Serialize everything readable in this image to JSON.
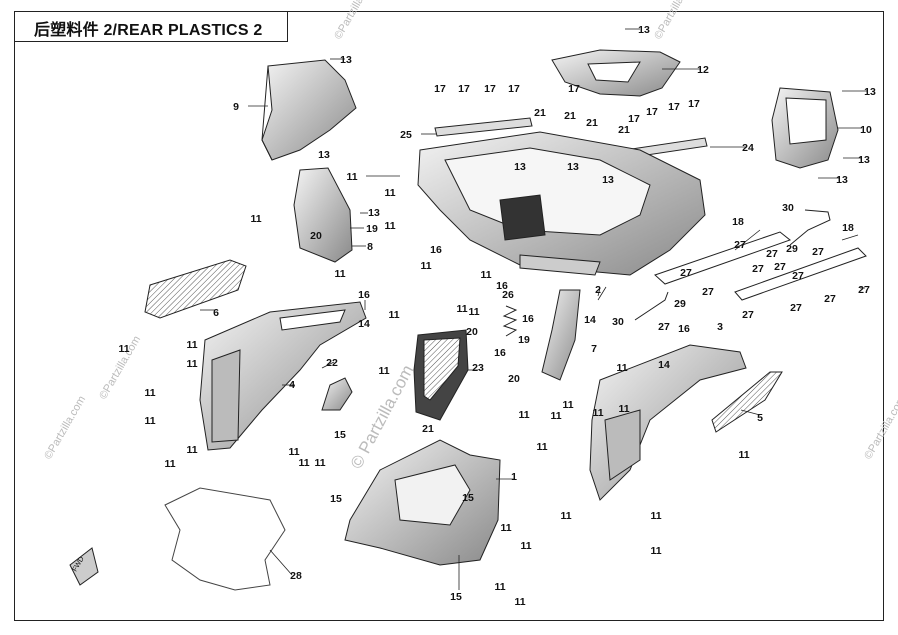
{
  "title": "后塑料件 2/REAR PLASTICS 2",
  "watermark": {
    "main": "© Partzilla.com",
    "faint": "©Partzilla.com"
  },
  "callouts": [
    {
      "id": "c13a",
      "n": "13"
    },
    {
      "id": "c13b",
      "n": "13"
    },
    {
      "id": "c13c",
      "n": "13"
    },
    {
      "id": "c13d",
      "n": "13"
    },
    {
      "id": "c13e",
      "n": "13"
    },
    {
      "id": "c13f",
      "n": "13"
    },
    {
      "id": "c13g",
      "n": "13"
    },
    {
      "id": "c13h",
      "n": "13"
    },
    {
      "id": "c13i",
      "n": "13"
    },
    {
      "id": "c13j",
      "n": "13"
    },
    {
      "id": "c12",
      "n": "12"
    },
    {
      "id": "c9",
      "n": "9"
    },
    {
      "id": "c10",
      "n": "10"
    },
    {
      "id": "c25",
      "n": "25"
    },
    {
      "id": "c24",
      "n": "24"
    },
    {
      "id": "c17a",
      "n": "17"
    },
    {
      "id": "c17b",
      "n": "17"
    },
    {
      "id": "c17c",
      "n": "17"
    },
    {
      "id": "c17d",
      "n": "17"
    },
    {
      "id": "c17e",
      "n": "17"
    },
    {
      "id": "c17f",
      "n": "17"
    },
    {
      "id": "c17g",
      "n": "17"
    },
    {
      "id": "c17h",
      "n": "17"
    },
    {
      "id": "c17i",
      "n": "17"
    },
    {
      "id": "c21a",
      "n": "21"
    },
    {
      "id": "c21b",
      "n": "21"
    },
    {
      "id": "c21c",
      "n": "21"
    },
    {
      "id": "c21d",
      "n": "21"
    },
    {
      "id": "c21e",
      "n": "21"
    },
    {
      "id": "c11a",
      "n": "11"
    },
    {
      "id": "c11b",
      "n": "11"
    },
    {
      "id": "c11c",
      "n": "11"
    },
    {
      "id": "c11d",
      "n": "11"
    },
    {
      "id": "c11e",
      "n": "11"
    },
    {
      "id": "c11f",
      "n": "11"
    },
    {
      "id": "c11g",
      "n": "11"
    },
    {
      "id": "c11h",
      "n": "11"
    },
    {
      "id": "c11i",
      "n": "11"
    },
    {
      "id": "c11j",
      "n": "11"
    },
    {
      "id": "c11k",
      "n": "11"
    },
    {
      "id": "c11l",
      "n": "11"
    },
    {
      "id": "c11m",
      "n": "11"
    },
    {
      "id": "c11n",
      "n": "11"
    },
    {
      "id": "c11o",
      "n": "11"
    },
    {
      "id": "c11p",
      "n": "11"
    },
    {
      "id": "c11q",
      "n": "11"
    },
    {
      "id": "c11r",
      "n": "11"
    },
    {
      "id": "c11s",
      "n": "11"
    },
    {
      "id": "c11t",
      "n": "11"
    },
    {
      "id": "c11u",
      "n": "11"
    },
    {
      "id": "c11v",
      "n": "11"
    },
    {
      "id": "c11w",
      "n": "11"
    },
    {
      "id": "c11x",
      "n": "11"
    },
    {
      "id": "c11y",
      "n": "11"
    },
    {
      "id": "c11z",
      "n": "11"
    },
    {
      "id": "c11aa",
      "n": "11"
    },
    {
      "id": "c11ab",
      "n": "11"
    },
    {
      "id": "c11ac",
      "n": "11"
    },
    {
      "id": "c11ad",
      "n": "11"
    },
    {
      "id": "c11ae",
      "n": "11"
    },
    {
      "id": "c11af",
      "n": "11"
    },
    {
      "id": "c11ag",
      "n": "11"
    },
    {
      "id": "c11ah",
      "n": "11"
    },
    {
      "id": "c11ai",
      "n": "11"
    },
    {
      "id": "c11aj",
      "n": "11"
    },
    {
      "id": "c19a",
      "n": "19"
    },
    {
      "id": "c19b",
      "n": "19"
    },
    {
      "id": "c20a",
      "n": "20"
    },
    {
      "id": "c20b",
      "n": "20"
    },
    {
      "id": "c20c",
      "n": "20"
    },
    {
      "id": "c8",
      "n": "8"
    },
    {
      "id": "c16a",
      "n": "16"
    },
    {
      "id": "c16b",
      "n": "16"
    },
    {
      "id": "c16c",
      "n": "16"
    },
    {
      "id": "c16d",
      "n": "16"
    },
    {
      "id": "c16e",
      "n": "16"
    },
    {
      "id": "c16f",
      "n": "16"
    },
    {
      "id": "c18a",
      "n": "18"
    },
    {
      "id": "c18b",
      "n": "18"
    },
    {
      "id": "c30a",
      "n": "30"
    },
    {
      "id": "c30b",
      "n": "30"
    },
    {
      "id": "c29a",
      "n": "29"
    },
    {
      "id": "c29b",
      "n": "29"
    },
    {
      "id": "c27a",
      "n": "27"
    },
    {
      "id": "c27b",
      "n": "27"
    },
    {
      "id": "c27c",
      "n": "27"
    },
    {
      "id": "c27d",
      "n": "27"
    },
    {
      "id": "c27e",
      "n": "27"
    },
    {
      "id": "c27f",
      "n": "27"
    },
    {
      "id": "c27g",
      "n": "27"
    },
    {
      "id": "c27h",
      "n": "27"
    },
    {
      "id": "c27i",
      "n": "27"
    },
    {
      "id": "c27j",
      "n": "27"
    },
    {
      "id": "c27k",
      "n": "27"
    },
    {
      "id": "c27l",
      "n": "27"
    },
    {
      "id": "c27m",
      "n": "27"
    },
    {
      "id": "c6",
      "n": "6"
    },
    {
      "id": "c14a",
      "n": "14"
    },
    {
      "id": "c14b",
      "n": "14"
    },
    {
      "id": "c14c",
      "n": "14"
    },
    {
      "id": "c26",
      "n": "26"
    },
    {
      "id": "c2",
      "n": "2"
    },
    {
      "id": "c3",
      "n": "3"
    },
    {
      "id": "c7",
      "n": "7"
    },
    {
      "id": "c22",
      "n": "22"
    },
    {
      "id": "c23",
      "n": "23"
    },
    {
      "id": "c4",
      "n": "4"
    },
    {
      "id": "c5",
      "n": "5"
    },
    {
      "id": "c15a",
      "n": "15"
    },
    {
      "id": "c15b",
      "n": "15"
    },
    {
      "id": "c15c",
      "n": "15"
    },
    {
      "id": "c15d",
      "n": "15"
    },
    {
      "id": "c1",
      "n": "1"
    },
    {
      "id": "c28",
      "n": "28"
    }
  ],
  "fwd_label": "FWD"
}
